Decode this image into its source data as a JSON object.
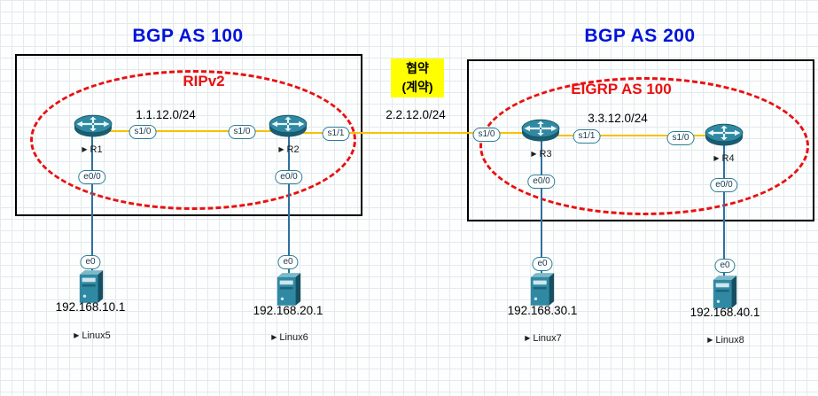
{
  "titles": {
    "as100": "BGP AS 100",
    "as200": "BGP AS 200"
  },
  "protocols": {
    "left": "RIPv2",
    "right": "EIGRP AS 100"
  },
  "note": {
    "line1": "협약",
    "line2": "(계약)"
  },
  "subnets": {
    "r1_r2": "1.1.12.0/24",
    "r2_r3": "2.2.12.0/24",
    "r3_r4": "3.3.12.0/24"
  },
  "status_icon": "▶",
  "interfaces": {
    "r1_s10": "s1/0",
    "r2_s10": "s1/0",
    "r2_s11": "s1/1",
    "r3_s10": "s1/0",
    "r3_s11": "s1/1",
    "r4_s10": "s1/0",
    "r1_e00": "e0/0",
    "r2_e00": "e0/0",
    "r3_e00": "e0/0",
    "r4_e00": "e0/0",
    "linux5_e0": "e0",
    "linux6_e0": "e0",
    "linux7_e0": "e0",
    "linux8_e0": "e0"
  },
  "routers": {
    "r1": "R1",
    "r2": "R2",
    "r3": "R3",
    "r4": "R4"
  },
  "hosts": {
    "linux5": {
      "name": "Linux5",
      "ip": "192.168.10.1"
    },
    "linux6": {
      "name": "Linux6",
      "ip": "192.168.20.1"
    },
    "linux7": {
      "name": "Linux7",
      "ip": "192.168.30.1"
    },
    "linux8": {
      "name": "Linux8",
      "ip": "192.168.40.1"
    }
  },
  "colors": {
    "title_blue": "#0013d9",
    "protocol_red": "#e81010",
    "serial_link_yellow": "#f7c100",
    "ethernet_link_blue": "#2e6f9e",
    "note_background": "#ffff00",
    "device_teal": "#2f89a3",
    "box_border": "#000000"
  }
}
